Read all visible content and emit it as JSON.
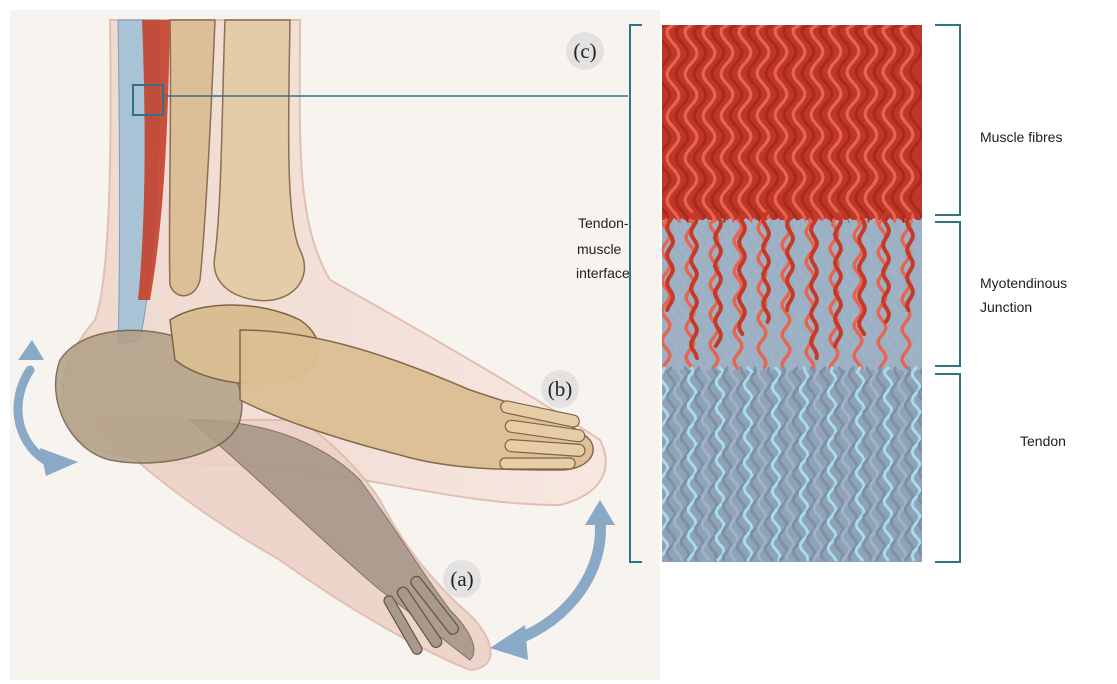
{
  "panels": {
    "a": {
      "label": "(a)"
    },
    "b": {
      "label": "(b)"
    },
    "c": {
      "label": "(c)"
    }
  },
  "structure_labels": {
    "muscle_fibres": "Muscle fibres",
    "myotendinous_line1": "Myotendinous",
    "myotendinous_line2": "Junction",
    "tendon": "Tendon",
    "interface_line1": "Tendon-",
    "interface_line2": "muscle",
    "interface_line3": "interface"
  },
  "colors": {
    "bracket": "#2f7486",
    "muscle": "#c43a28",
    "muscle_light": "#e8644e",
    "tendon": "#9fb3c6",
    "tendon_light": "#a6dced",
    "bone": "#dcc09a",
    "skin": "#f2d6cb",
    "arrow": "#8aa9c6"
  }
}
